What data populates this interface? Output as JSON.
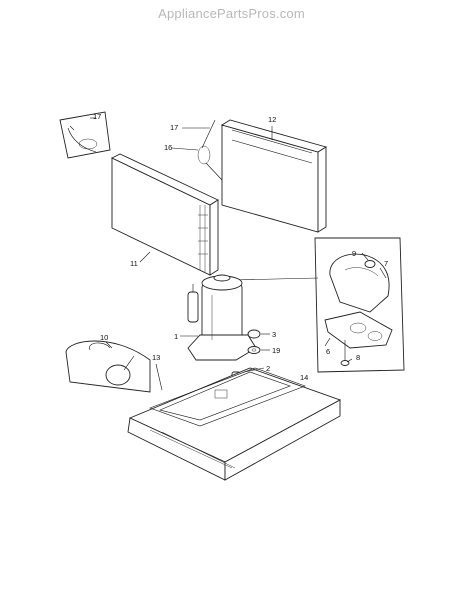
{
  "watermark": "AppliancePartsPros.com",
  "callouts": {
    "c1": "1",
    "c2": "2",
    "c3": "3",
    "c6": "6",
    "c7": "7",
    "c8": "8",
    "c9": "9",
    "c10": "10",
    "c11": "11",
    "c12": "12",
    "c13": "13",
    "c14": "14",
    "c16": "16",
    "c17a": "17",
    "c17b": "17",
    "c19": "19"
  }
}
